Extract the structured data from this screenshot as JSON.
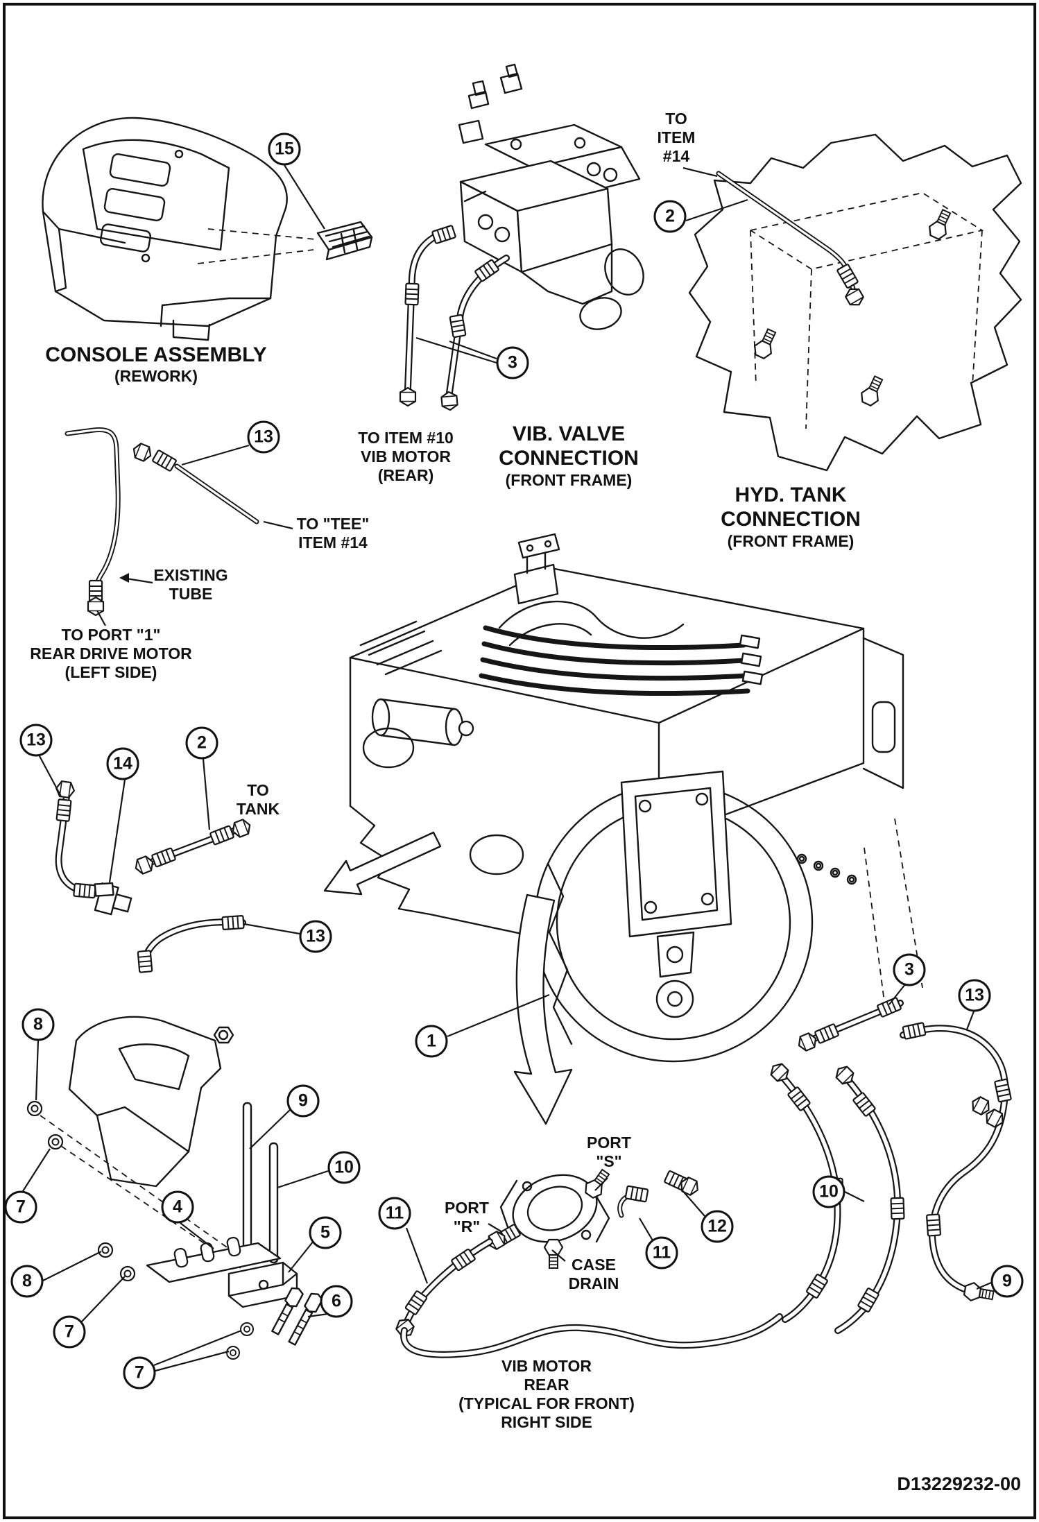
{
  "page": {
    "drawing_number": "D13229232-00"
  },
  "labels": {
    "console": {
      "lines": [
        "CONSOLE ASSEMBLY",
        "(REWORK)"
      ]
    },
    "to_item_10": {
      "lines": [
        "TO ITEM #10",
        "VIB MOTOR",
        "(REAR)"
      ]
    },
    "vib_valve": {
      "lines": [
        "VIB. VALVE",
        "CONNECTION",
        "(FRONT FRAME)"
      ]
    },
    "to_item_14": {
      "lines": [
        "TO",
        "ITEM",
        "#14"
      ]
    },
    "hyd_tank": {
      "lines": [
        "HYD. TANK",
        "CONNECTION",
        "(FRONT FRAME)"
      ]
    },
    "to_tee": {
      "lines": [
        "TO \"TEE\"",
        "ITEM #14"
      ]
    },
    "existing_tube": {
      "lines": [
        "EXISTING",
        "TUBE"
      ]
    },
    "to_port_1": {
      "lines": [
        "TO PORT \"1\"",
        "REAR DRIVE MOTOR",
        "(LEFT SIDE)"
      ]
    },
    "to_tank": {
      "lines": [
        "TO",
        "TANK"
      ]
    },
    "port_s": {
      "lines": [
        "PORT",
        "\"S\""
      ]
    },
    "port_r": {
      "lines": [
        "PORT",
        "\"R\""
      ]
    },
    "case_drain": {
      "lines": [
        "CASE",
        "DRAIN"
      ]
    },
    "vib_motor_rear": {
      "lines": [
        "VIB MOTOR",
        "REAR",
        "(TYPICAL FOR FRONT)",
        "RIGHT SIDE"
      ]
    }
  },
  "callouts": {
    "c15": "15",
    "c2_top": "2",
    "c3_valve": "3",
    "c13_tube": "13",
    "c13_left": "13",
    "c14": "14",
    "c2_left": "2",
    "c13_lower": "13",
    "c8_upper": "8",
    "c7_left": "7",
    "c9_left": "9",
    "c10_left": "10",
    "c4": "4",
    "c5": "5",
    "c8_lower": "8",
    "c6": "6",
    "c7_mid": "7",
    "c7_lower": "7",
    "c1": "1",
    "c11_left": "11",
    "c11_right": "11",
    "c12": "12",
    "c3_right": "3",
    "c13_right": "13",
    "c10_right": "10",
    "c9_right": "9"
  }
}
